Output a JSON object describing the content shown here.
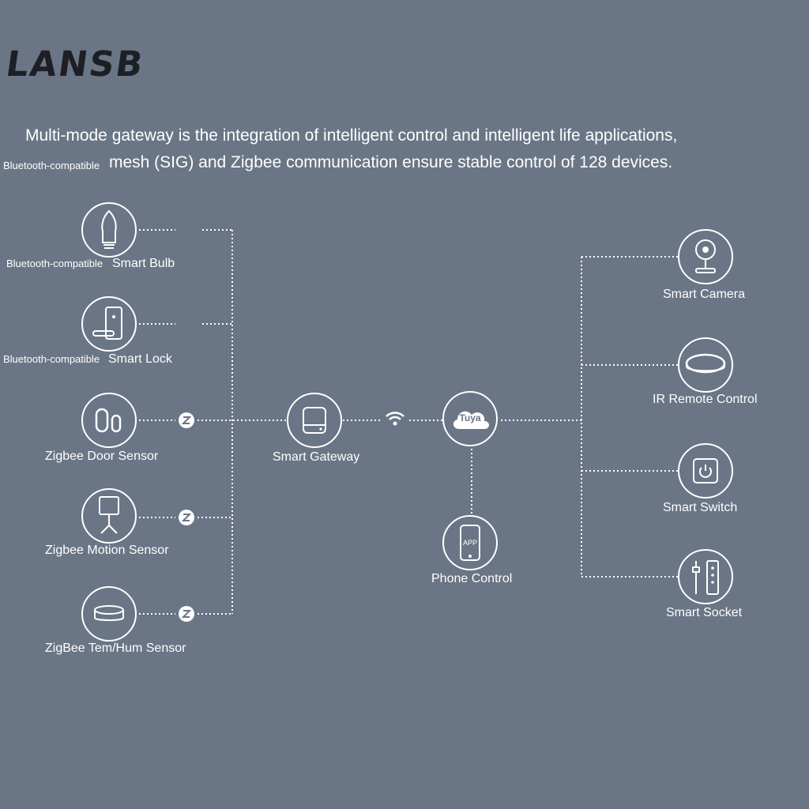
{
  "brand": "LANSB",
  "intro": {
    "line1": "Multi-mode gateway is the integration of intelligent control and intelligent life applications,",
    "line2_prefix": "Bluetooth-compatible",
    "line2": "mesh (SIG) and Zigbee communication ensure stable control of 128 devices."
  },
  "left_devices": {
    "bulb": {
      "prefix": "Bluetooth-compatible",
      "label": "Smart Bulb"
    },
    "lock": {
      "prefix": "Bluetooth-compatible",
      "label": "Smart Lock"
    },
    "door": {
      "label": "Zigbee Door Sensor"
    },
    "motion": {
      "label": "Zigbee Motion Sensor"
    },
    "temhum": {
      "label": "ZigBee Tem/Hum Sensor"
    }
  },
  "center": {
    "gateway": {
      "label": "Smart Gateway"
    },
    "cloud": {
      "label": "Tuya"
    },
    "phone": {
      "label": "Phone Control",
      "app_text": "APP"
    }
  },
  "right_devices": {
    "camera": {
      "label": "Smart Camera"
    },
    "ir": {
      "label": "IR Remote Control"
    },
    "switch": {
      "label": "Smart Switch"
    },
    "socket": {
      "label": "Smart Socket"
    }
  },
  "icons": {
    "zigbee": "zigbee-icon",
    "wifi": "wifi-icon"
  },
  "colors": {
    "background": "#6a7585",
    "foreground": "#ffffff",
    "logo": "#1d1f24"
  }
}
